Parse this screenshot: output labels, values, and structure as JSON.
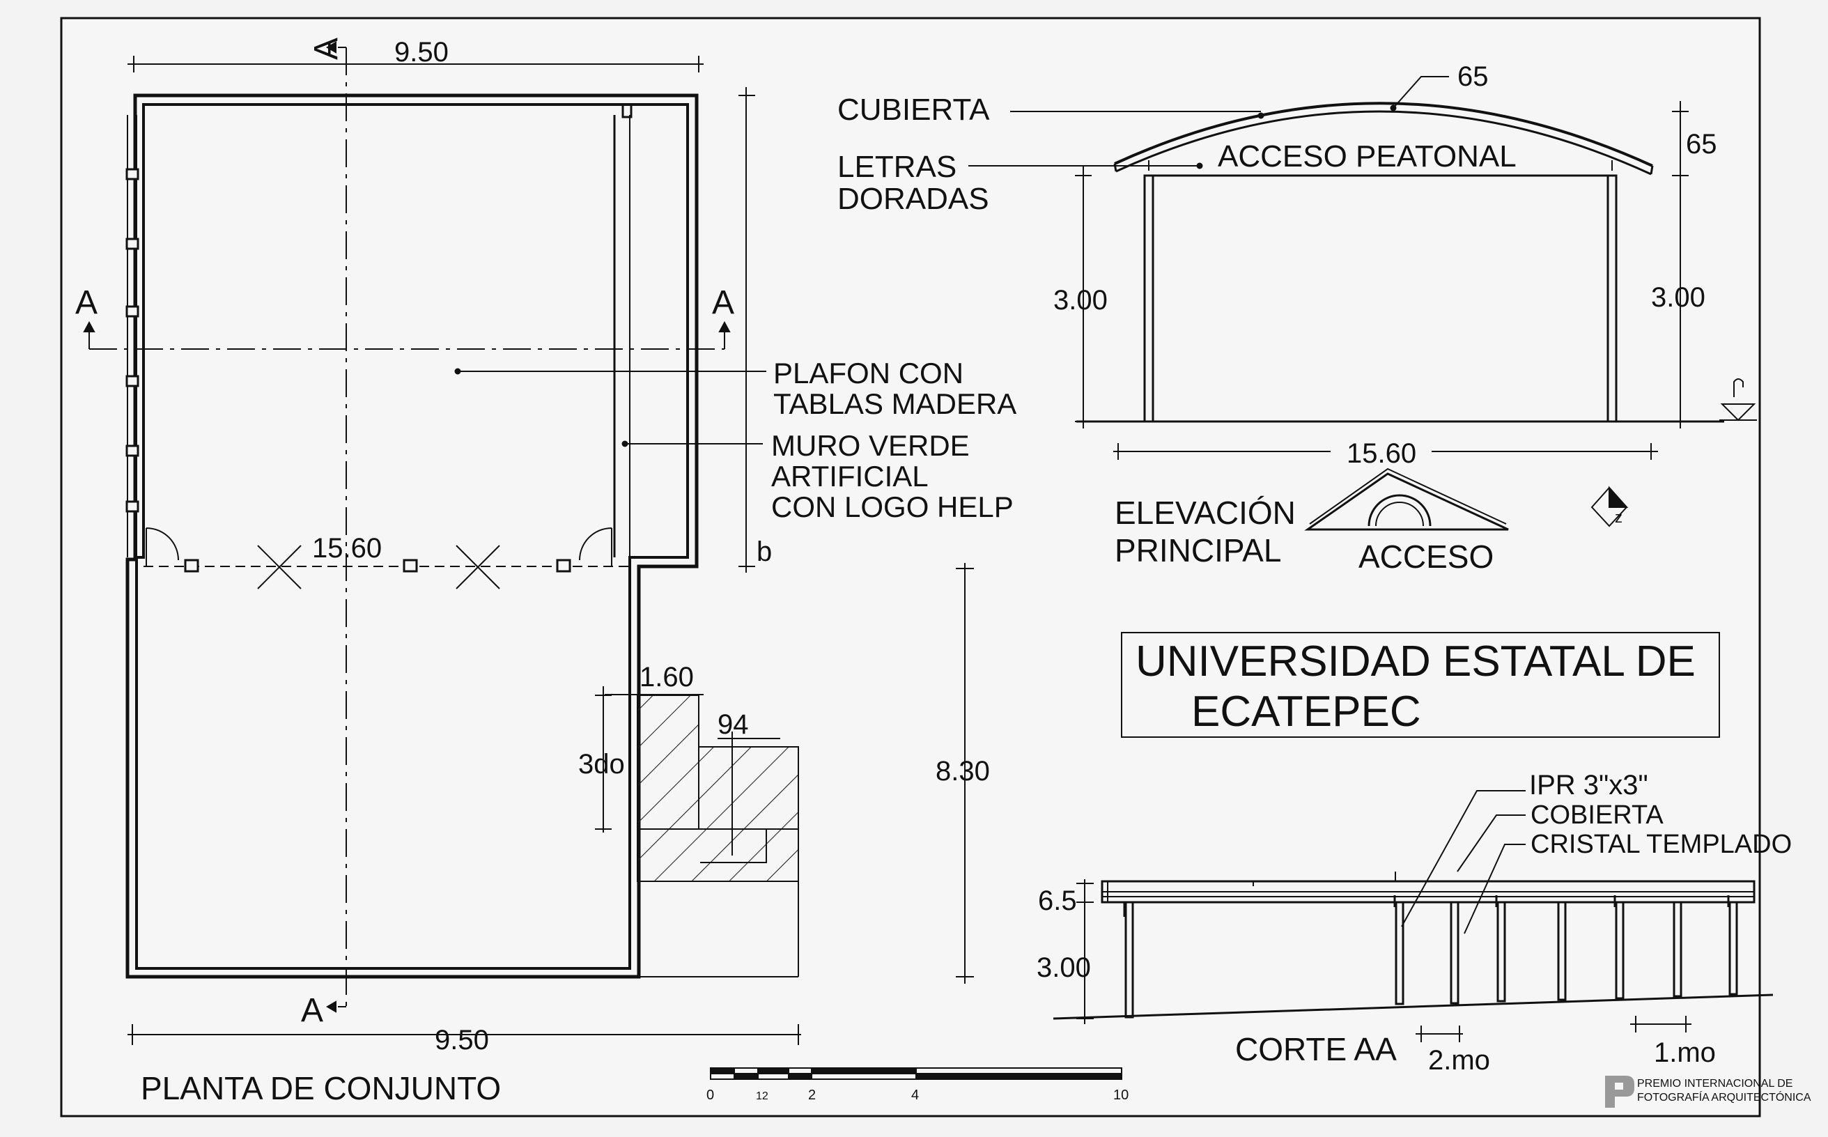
{
  "plan": {
    "dim_top_width": "9.50",
    "dim_bottom_width": "9.50",
    "dim_inner_length": "15.60",
    "dim_right_b": "b",
    "dim_8_30": "8.30",
    "dim_1_60": "1.60",
    "dim_94": "94",
    "dim_3do": "3do",
    "section_marker": "A",
    "note_plafon_1": "PLAFON CON",
    "note_plafon_2": "TABLAS MADERA",
    "note_muro_1": "MURO VERDE",
    "note_muro_2": "ARTIFICIAL",
    "note_muro_3": "CON LOGO HELP",
    "title": "PLANTA DE CONJUNTO"
  },
  "elevation": {
    "cubierta": "CUBIERTA",
    "letras_1": "LETRAS",
    "letras_2": "DORADAS",
    "sign": "ACCESO PEATONAL",
    "dim_arc": "65",
    "dim_rise": "65",
    "dim_left_h": "3.00",
    "dim_right_h": "3.00",
    "dim_width": "15.60",
    "title_1": "ELEVACIÓN",
    "title_2": "PRINCIPAL",
    "emblem_label": "ACCESO",
    "north_z": "z"
  },
  "title_block": {
    "line1": "UNIVERSIDAD ESTATAL DE",
    "line2": "ECATEPEC"
  },
  "section": {
    "note_ipr": "IPR  3\"x3\"",
    "note_cobierta": "COBIERTA",
    "note_cristal": "CRISTAL TEMPLADO",
    "dim_6_5": "6.5",
    "dim_3_00": "3.00",
    "title": "CORTE AA",
    "dim_2mo": "2.mo",
    "dim_1mo": "1.mo"
  },
  "scale_bar": {
    "labels": [
      "0",
      "12",
      "2",
      "4",
      "10"
    ]
  },
  "watermark": {
    "line1": "PREMIO INTERNACIONAL DE",
    "line2": "FOTOGRAFÍA ARQUITECTÓNICA"
  }
}
